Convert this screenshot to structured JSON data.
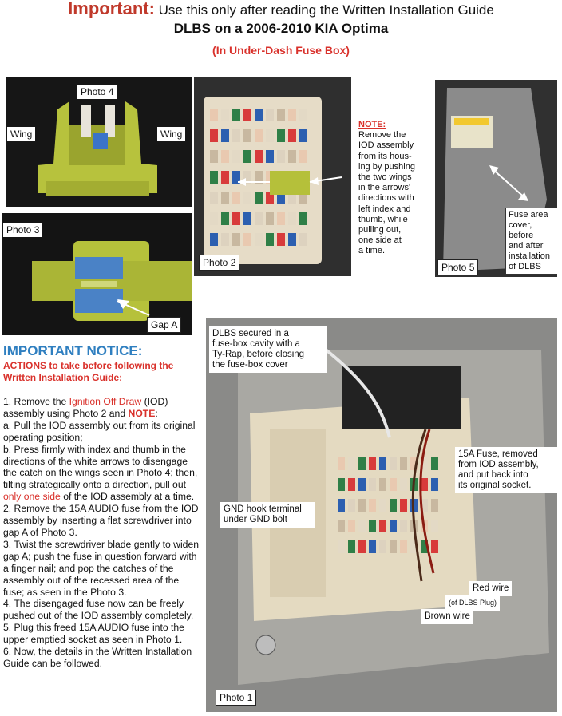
{
  "header": {
    "important": "Important:",
    "line1": "Use this only after reading the Written Installation Guide",
    "line2": "DLBS on a 2006-2010 KIA Optima",
    "line3": "(In Under-Dash Fuse Box)"
  },
  "photos": {
    "p4": {
      "title": "Photo 4",
      "wing_left": "Wing",
      "wing_right": "Wing"
    },
    "p3": {
      "title": "Photo 3",
      "gap": "Gap A"
    },
    "p2": {
      "title": "Photo 2"
    },
    "p5": {
      "title": "Photo 5",
      "caption": [
        "Fuse area",
        "cover,",
        "before",
        "and after",
        "installation",
        "of DLBS"
      ]
    },
    "p1": {
      "title": "Photo 1",
      "dlbs": [
        "DLBS secured in a",
        "fuse-box cavity with a",
        "Ty-Rap, before closing",
        "the fuse-box cover"
      ],
      "fuse15": [
        "15A Fuse, removed",
        "from IOD assembly,",
        "and put back into",
        "its original socket."
      ],
      "gnd": [
        "GND hook terminal",
        "under GND bolt"
      ],
      "red": "Red wire",
      "plug": "(of DLBS Plug)",
      "brown": "Brown wire"
    }
  },
  "note": {
    "heading": "NOTE:",
    "lines": [
      "Remove the",
      "IOD assembly",
      "from its hous-",
      "ing by pushing",
      "the two wings",
      "in the arrows'",
      "directions with",
      "left index and",
      "thumb, while",
      "pulling out,",
      "one side at",
      "a time."
    ]
  },
  "notice": {
    "title": "IMPORTANT NOTICE:",
    "subtitle": "ACTIONS to take before following the Written Installation Guide:"
  },
  "steps": {
    "s1a": "1.  Remove the ",
    "s1b": "Ignition Off Draw",
    "s1c": " (IOD) assembly using Photo 2 and ",
    "s1d": "NOTE",
    "s1e": ":",
    "a": "a.  Pull the IOD assembly out from its original operating position;",
    "b1": "b.  Press firmly with index and thumb in the directions of the white arrows to disengage the catch on the wings seen in Photo 4; then, tilting strategically onto a direction, pull out ",
    "b2": "only one side",
    "b3": " of the IOD assembly at a time.",
    "s2": "2.  Remove the 15A AUDIO fuse from the IOD assembly by inserting a flat screwdriver into gap A of Photo 3.",
    "s3": "3.  Twist the screwdriver blade gently to widen gap A; push the fuse in question forward with a finger nail; and pop the catches of the assembly out of the recessed area of the fuse; as seen in the Photo 3.",
    "s4": "4.  The disengaged fuse now can be freely pushed out of the IOD assembly completely.",
    "s5": "5.  Plug this freed 15A AUDIO fuse into the upper emptied socket as seen in Photo 1.",
    "s6": "6.  Now, the details in the Written Installation Guide can be followed."
  }
}
